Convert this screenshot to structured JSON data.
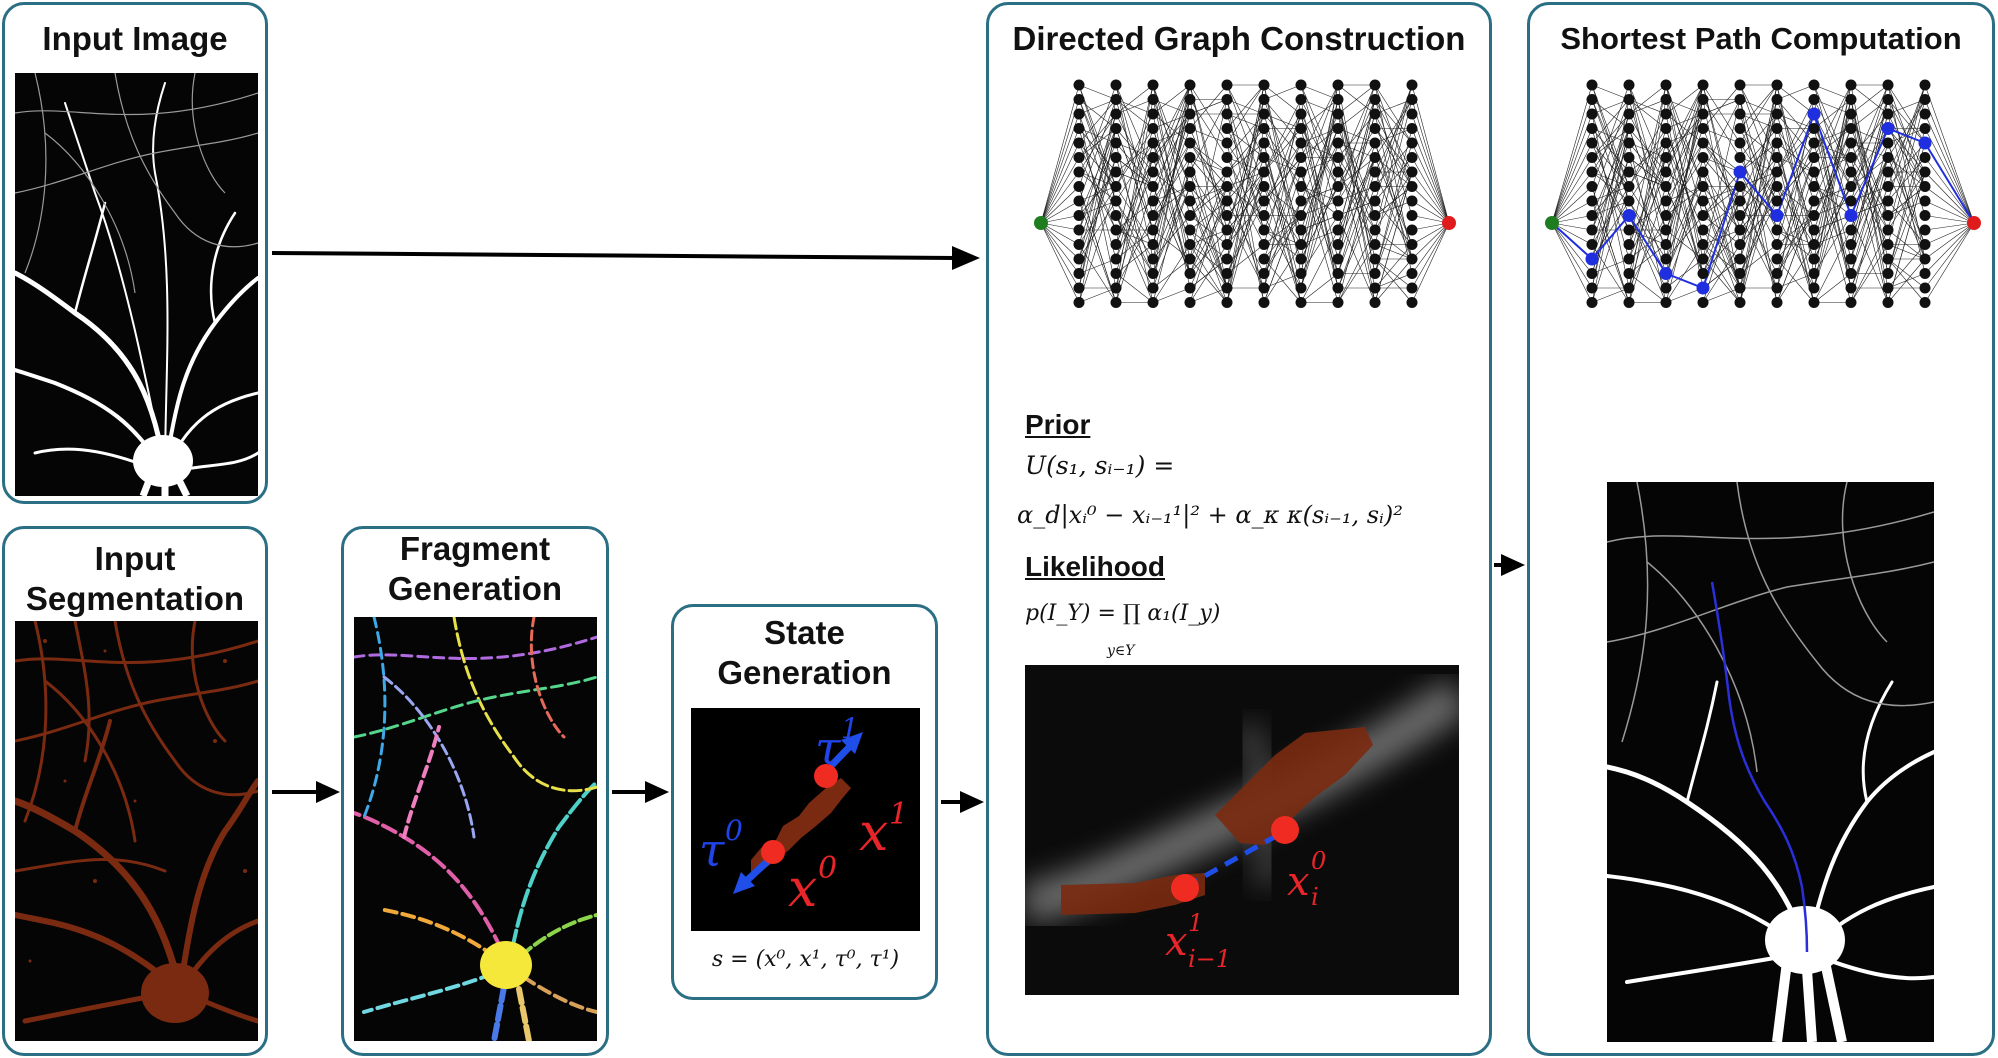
{
  "panels": {
    "input_image": {
      "title": "Input Image"
    },
    "input_segmentation": {
      "title_line1": "Input",
      "title_line2": "Segmentation"
    },
    "fragment_generation": {
      "title_line1": "Fragment",
      "title_line2": "Generation"
    },
    "state_generation": {
      "title_line1": "State",
      "title_line2": "Generation",
      "formula": "s = (x⁰, x¹, τ⁰, τ¹)",
      "labels": {
        "x0": "x",
        "x0_sup": "0",
        "x1": "x",
        "x1_sup": "1",
        "tau0": "τ",
        "tau0_sup": "0",
        "tau1": "τ",
        "tau1_sup": "1"
      }
    },
    "directed_graph": {
      "title": "Directed Graph Construction",
      "prior_label": "Prior",
      "prior_line1": "U(s₁, sᵢ₋₁) =",
      "prior_line2": "α_d|xᵢ⁰ − xᵢ₋₁¹|² + α_κ κ(sᵢ₋₁, sᵢ)²",
      "likelihood_label": "Likelihood",
      "likelihood_formula": "p(I_Y) = ∏ α₁(I_y)",
      "likelihood_sub": "y∈Y",
      "labels": {
        "xi0": "x",
        "xi0_sup": "0",
        "xi0_sub": "i",
        "xim1": "x",
        "xim1_sup": "1",
        "xim1_sub": "i−1"
      }
    },
    "shortest_path": {
      "title": "Shortest Path Computation"
    }
  },
  "colors": {
    "panel_border": "#2b6f84",
    "segmentation": "#7a2a10",
    "source_node": "#1e7d1e",
    "sink_node": "#e01b1b",
    "graph_node": "#111111",
    "path": "#1f2fe0",
    "state_marker": "#ef2b22",
    "state_arrow": "#1f4ee8"
  }
}
